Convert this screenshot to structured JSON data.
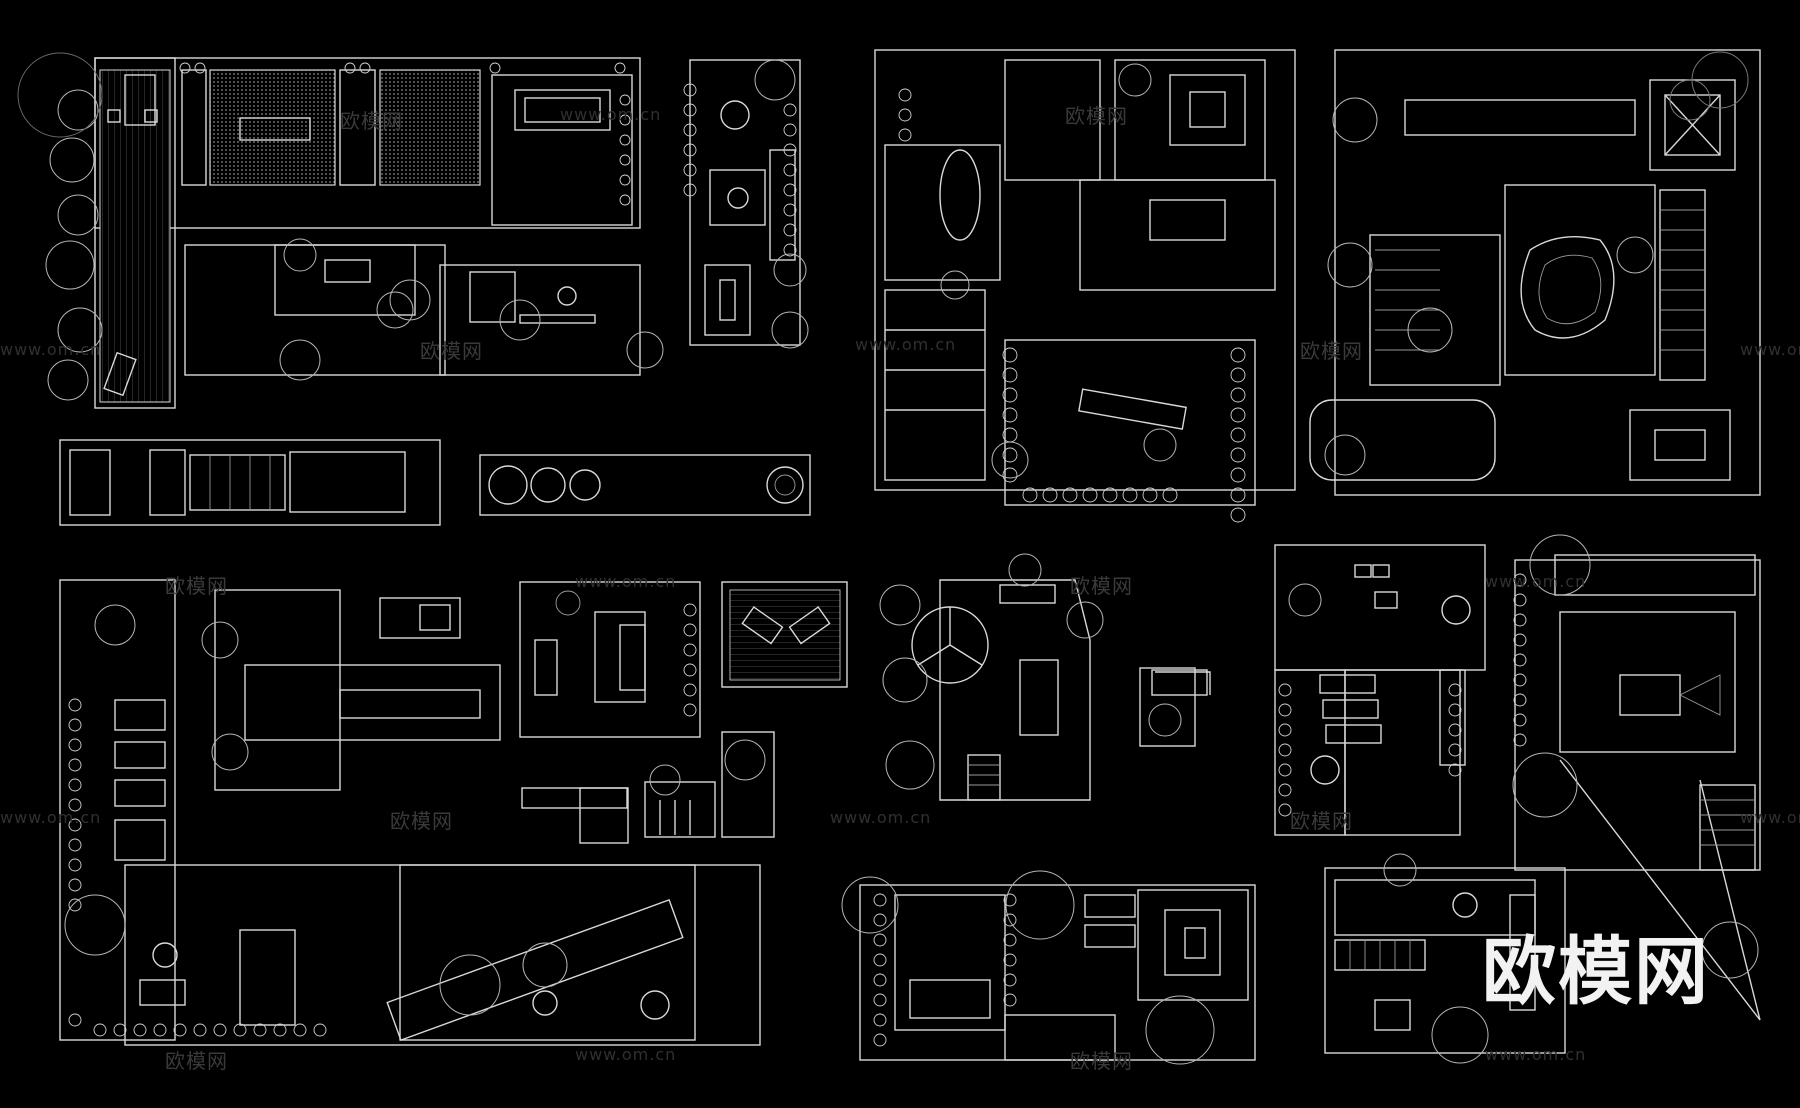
{
  "logo": {
    "text": "欧模网"
  },
  "watermarks": [
    {
      "text": "欧模网",
      "kind": "cn"
    },
    {
      "text": "www.om.cn",
      "kind": "url"
    }
  ],
  "colors": {
    "background": "#000000",
    "line": "#d9d9d9",
    "hatch": "#8a8a8a",
    "watermark": "#3a3a3a"
  },
  "plans": [
    "top-left-l-shaped-plan",
    "top-center-narrow-plan",
    "top-right-garage-plan",
    "top-far-right-pond-plan",
    "mid-left-long-strips",
    "bottom-left-large-plan",
    "bottom-center-small-plans",
    "bottom-center-deck-plan",
    "bottom-right-plans"
  ]
}
